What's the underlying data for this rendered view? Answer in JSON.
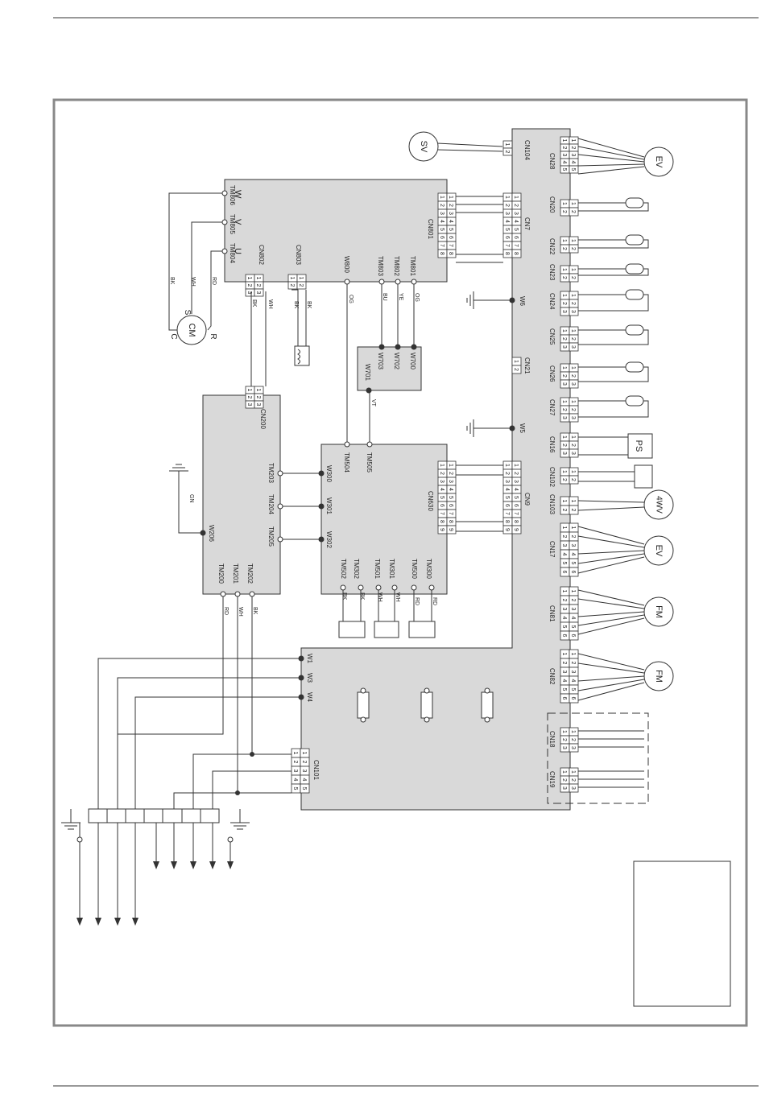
{
  "motors": {
    "sv": "SV",
    "ev_top": "EV",
    "ev_mid": "EV",
    "fm_1": "FM",
    "fm_2": "FM",
    "ps": "PS",
    "fourwv": "4WV",
    "cm": "CM",
    "cm_terminals": [
      "S",
      "C",
      "R"
    ]
  },
  "main_board": {
    "connectors_right": [
      {
        "name": "CN104",
        "pins": [
          "1",
          "2"
        ]
      },
      {
        "name": "CN28",
        "pins": [
          "1",
          "2",
          "3",
          "4",
          "5"
        ]
      },
      {
        "name": "CN7",
        "pins": [
          "1",
          "2",
          "3",
          "4",
          "5",
          "6",
          "7",
          "8"
        ]
      },
      {
        "name": "CN20",
        "pins": [
          "1",
          "2"
        ]
      },
      {
        "name": "CN22",
        "pins": [
          "1",
          "2"
        ]
      },
      {
        "name": "CN23",
        "pins": [
          "1",
          "2"
        ]
      },
      {
        "name": "CN24",
        "pins": [
          "1",
          "2",
          "3"
        ]
      },
      {
        "name": "CN25",
        "pins": [
          "1",
          "2",
          "3"
        ]
      },
      {
        "name": "CN26",
        "pins": [
          "1",
          "2",
          "3"
        ]
      },
      {
        "name": "CN27",
        "pins": [
          "1",
          "2",
          "3"
        ]
      },
      {
        "name": "CN16",
        "pins": [
          "1",
          "2",
          "3"
        ]
      },
      {
        "name": "CN102",
        "pins": [
          "1",
          "2"
        ]
      },
      {
        "name": "CN103",
        "pins": [
          "1",
          "2"
        ]
      },
      {
        "name": "CN9",
        "pins": [
          "1",
          "2",
          "3",
          "4",
          "5",
          "6",
          "7",
          "8",
          "9"
        ]
      },
      {
        "name": "CN17",
        "pins": [
          "1",
          "2",
          "3",
          "4",
          "5",
          "6"
        ]
      },
      {
        "name": "CN81",
        "pins": [
          "1",
          "2",
          "3",
          "4",
          "5",
          "6"
        ]
      },
      {
        "name": "CN82",
        "pins": [
          "1",
          "2",
          "3",
          "4",
          "5",
          "6"
        ]
      },
      {
        "name": "CN18",
        "pins": [
          "1",
          "2",
          "3"
        ]
      },
      {
        "name": "CN19",
        "pins": [
          "1",
          "2",
          "3"
        ]
      },
      {
        "name": "CN21",
        "pins": [
          "1",
          "2"
        ]
      },
      {
        "name": "CN101",
        "pins": [
          "1",
          "2",
          "3",
          "4",
          "5"
        ]
      }
    ],
    "terminals": [
      "W6",
      "W5",
      "W1",
      "W3",
      "W4"
    ]
  },
  "inverter_board": {
    "connectors": [
      "CN801",
      "CN802",
      "CN803"
    ],
    "terminals": [
      "TM806",
      "TM805",
      "TM804",
      "W800",
      "TM803",
      "TM802",
      "TM801"
    ],
    "uvw": [
      "W",
      "V",
      "U"
    ]
  },
  "reactor_box": {
    "terminals": [
      "W700",
      "W702",
      "W703",
      "W701"
    ]
  },
  "filter_board": {
    "connectors": [
      "CN630"
    ],
    "terminals": [
      "TM504",
      "TM505",
      "W300",
      "W301",
      "W302",
      "TM502",
      "TM302",
      "TM501",
      "TM301",
      "TM500",
      "TM300"
    ]
  },
  "power_board": {
    "connectors": [
      "CN200"
    ],
    "terminals": [
      "TM203",
      "TM204",
      "TM205",
      "W206",
      "TM200",
      "TM201",
      "TM202"
    ]
  },
  "wire_colors": {
    "bk": "BK",
    "wh": "WH",
    "rd": "RD",
    "og": "OG",
    "bu": "BU",
    "ye": "YE",
    "vt": "VT",
    "gn": "GN"
  }
}
